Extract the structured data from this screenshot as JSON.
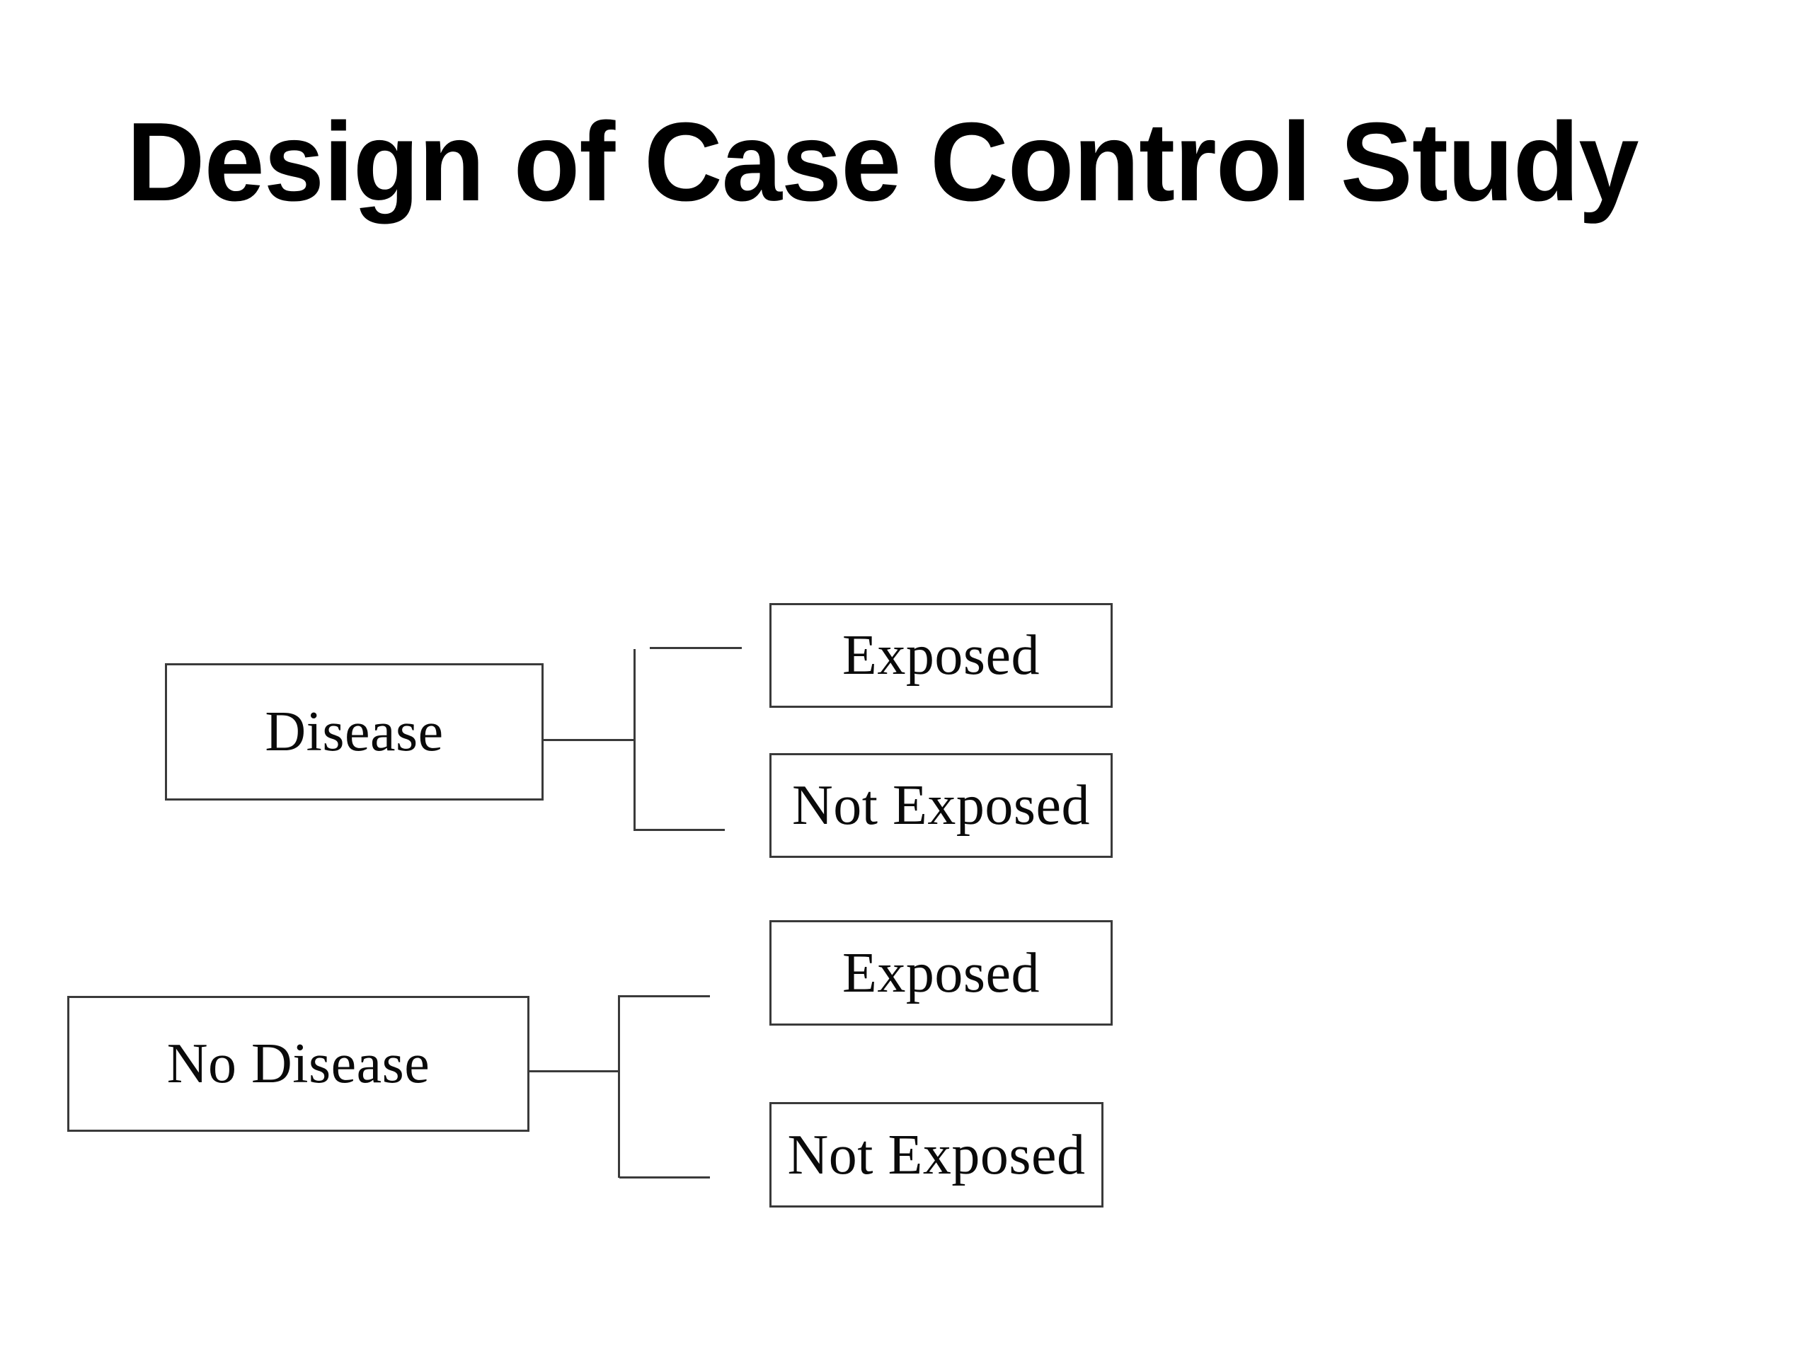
{
  "slide": {
    "title": "Design of Case Control Study",
    "background_color": "#ffffff",
    "text_color": "#000000",
    "line_color": "#3a3a3a"
  },
  "diagram": {
    "type": "tree",
    "groups": [
      {
        "id": "disease-group",
        "root": {
          "id": "disease",
          "label": "Disease"
        },
        "children": [
          {
            "id": "disease-exposed",
            "label": "Exposed"
          },
          {
            "id": "disease-not-exposed",
            "label": "Not Exposed"
          }
        ]
      },
      {
        "id": "no-disease-group",
        "root": {
          "id": "no-disease",
          "label": "No Disease"
        },
        "children": [
          {
            "id": "no-disease-exposed",
            "label": "Exposed"
          },
          {
            "id": "no-disease-not-exposed",
            "label": "Not Exposed"
          }
        ]
      }
    ]
  }
}
